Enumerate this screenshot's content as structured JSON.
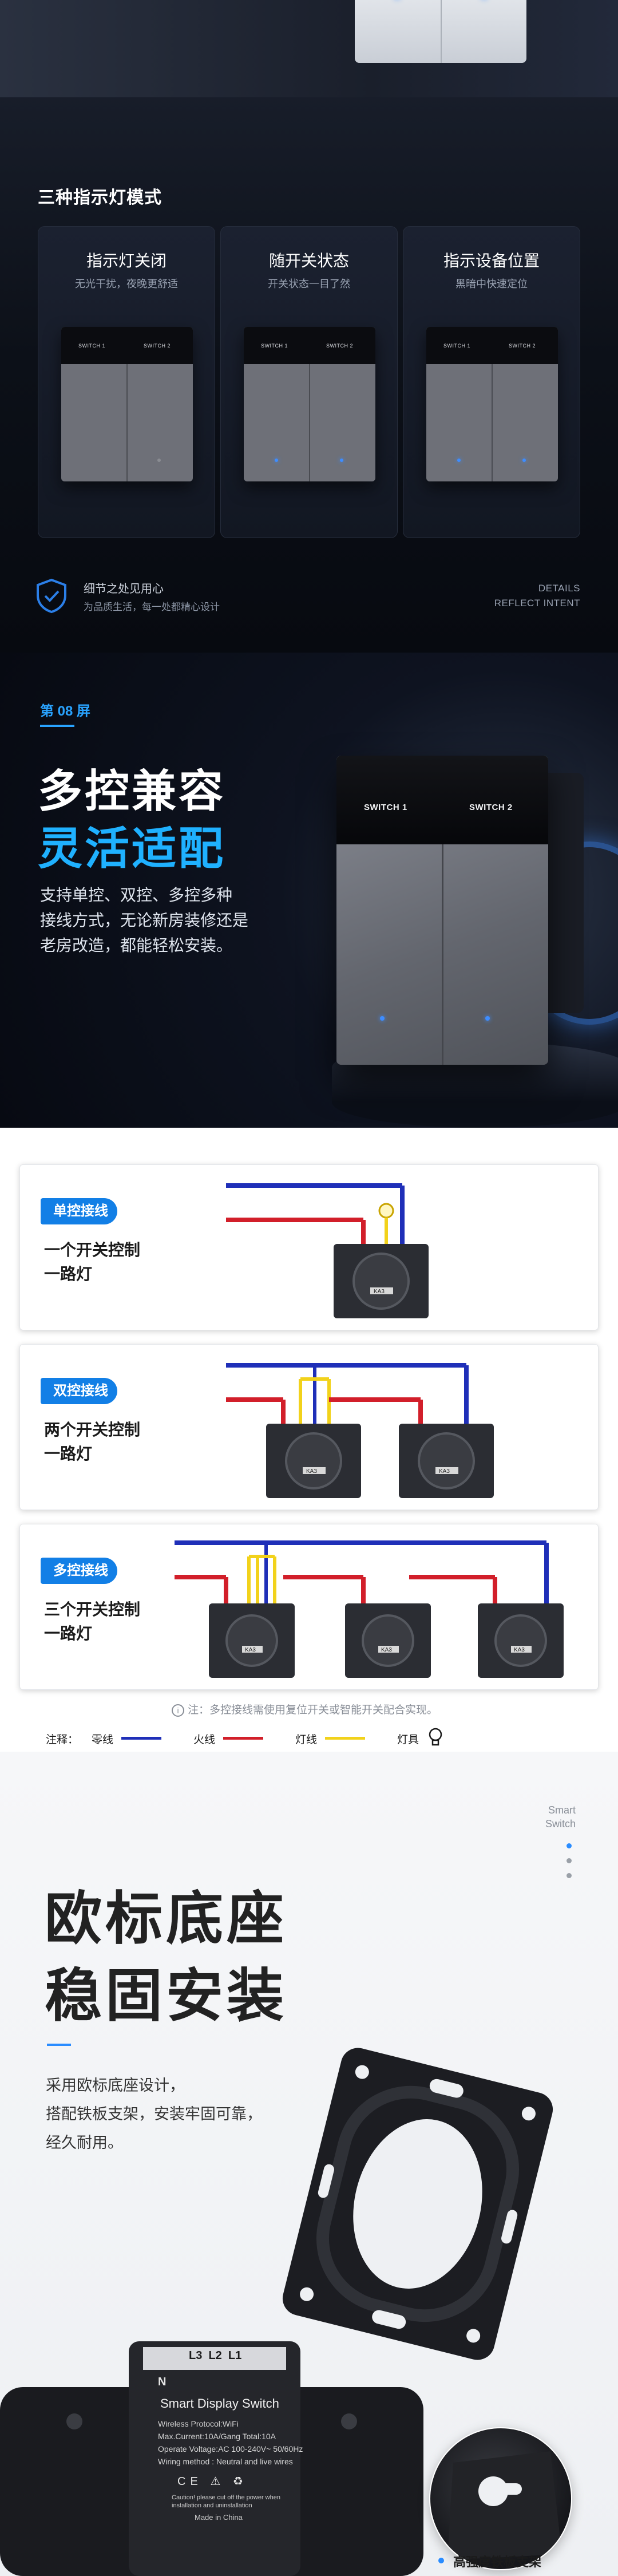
{
  "section_modes": {
    "title": "三种指示灯模式",
    "cards": [
      {
        "title": "指示灯关闭",
        "subtitle": "无光干扰，夜晚更舒适",
        "switch_labels": [
          "SWITCH 1",
          "SWITCH 2"
        ]
      },
      {
        "title": "随开关状态",
        "subtitle": "开关状态一目了然",
        "switch_labels": [
          "SWITCH 1",
          "SWITCH 2"
        ]
      },
      {
        "title": "指示设备位置",
        "subtitle": "黑暗中快速定位",
        "switch_labels": [
          "SWITCH 1",
          "SWITCH 2"
        ]
      }
    ],
    "detail": {
      "line1": "细节之处见用心",
      "line2": "为品质生活，每一处都精心设计",
      "right1": "DETAILS",
      "right2": "REFLECT INTENT"
    }
  },
  "section_multi": {
    "screen_tag": "第 08 屏",
    "title_line1": "多控兼容",
    "title_line2": "灵活适配",
    "desc": [
      "支持单控、双控、多控多种",
      "接线方式，无论新房装修还是",
      "老房改造，都能轻松安装。"
    ],
    "switch_labels": [
      "SWITCH 1",
      "SWITCH 2"
    ]
  },
  "section_wiring": {
    "cards": [
      {
        "tag": "单控接线",
        "desc": [
          "一个开关控制",
          "一路灯"
        ]
      },
      {
        "tag": "双控接线",
        "desc": [
          "两个开关控制",
          "一路灯"
        ]
      },
      {
        "tag": "多控接线",
        "desc": [
          "三个开关控制",
          "一路灯"
        ]
      }
    ],
    "note": "注：多控接线需使用复位开关或智能开关配合实现。",
    "legend": {
      "prefix": "注释：",
      "items": [
        {
          "label": "零线",
          "color": "#1f2fb8"
        },
        {
          "label": "火线",
          "color": "#d21f2a"
        },
        {
          "label": "灯线",
          "color": "#f2d21b"
        },
        {
          "label": "灯具",
          "color": "#1b1b1b"
        }
      ]
    },
    "module_label": "KA3"
  },
  "section_base": {
    "right1": "Smart",
    "right2": "Switch",
    "title_line1": "欧标底座",
    "title_line2": "稳固安装",
    "desc": [
      "采用欧标底座设计，",
      "搭配铁板支架，安装牢固可靠，",
      "经久耐用。"
    ],
    "module": {
      "terminals": "L3  L2  L1",
      "n": "N",
      "name": "Smart Display Switch",
      "lines": [
        "Wireless Protocol:WiFi",
        "Max.Current:10A/Gang Total:10A",
        "Operate Voltage:AC 100-240V~ 50/60Hz",
        "Wiring method : Neutral and live wires"
      ],
      "marks": "CE ⚠ ♻",
      "warning": "Caution! please cut off the power when installation and uninstallation",
      "made": "Made in China"
    },
    "zoom_caption": "高强度铁板支架"
  },
  "colors": {
    "accent": "#1fb1ff",
    "wire_blue": "#1f2fb8",
    "wire_red": "#d21f2a",
    "wire_yellow": "#f2d21b",
    "tag_blue": "#127fe6"
  }
}
